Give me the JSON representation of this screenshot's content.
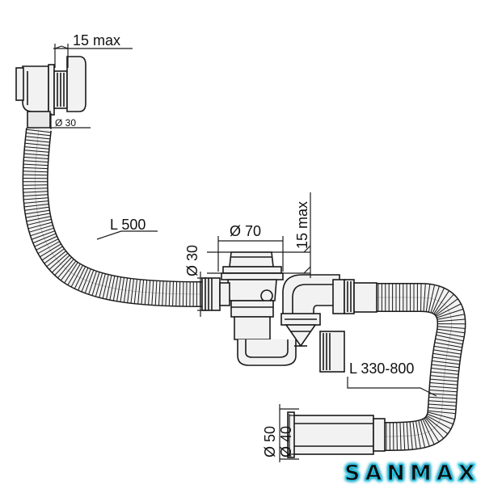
{
  "diagram": {
    "labels": {
      "overflow_max": "15 max",
      "overflow_diameter": "Ø 30",
      "hose_length": "L 500",
      "hose_diameter": "Ø 30",
      "drain_diameter": "Ø 70",
      "drain_max": "15 max",
      "outlet_length": "L 330-800",
      "outlet_diameter_outer": "Ø 50",
      "outlet_diameter_inner": "Ø 40"
    },
    "brand": "SANMAX",
    "colors": {
      "line": "#1a1a1a",
      "fill": "#f2f2f2",
      "brand_fill": "#0a0a0a",
      "brand_glow": "#27c7e8"
    }
  }
}
